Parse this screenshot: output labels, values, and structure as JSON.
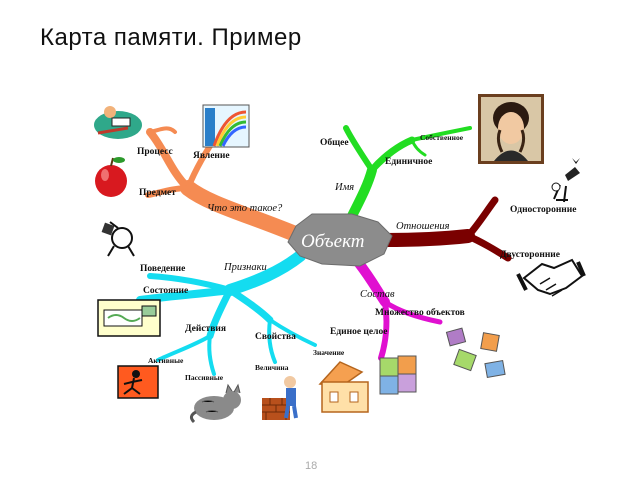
{
  "title": "Карта памяти. Пример",
  "center": "Объект",
  "page_number": "18",
  "branch_colors": {
    "orange": "#f58b52",
    "green": "#22dd22",
    "darkred": "#7a0000",
    "magenta": "#e010d0",
    "cyan": "#14dcf0",
    "hub": "#8c8c8c"
  },
  "branches": {
    "what_is_it": "Что это такое?",
    "process": "Процесс",
    "phenomenon": "Явление",
    "item": "Предмет",
    "name": "Имя",
    "common": "Общее",
    "proper": "Собственное",
    "singular": "Единичное",
    "relations": "Отношения",
    "one_sided": "Односторонние",
    "two_sided": "Двусторонние",
    "composition": "Состав",
    "set_of_objects": "Множество объектов",
    "whole": "Единое целое",
    "features": "Признаки",
    "behavior": "Поведение",
    "state": "Состояние",
    "actions": "Действия",
    "properties": "Свойства",
    "active": "Активные",
    "passive": "Пассивные",
    "magnitude": "Величина",
    "value": "Значение"
  },
  "icons": [
    "reading-person-icon",
    "rainbow-icon",
    "apple-icon",
    "figure-icon",
    "portrait-icon",
    "rocket-figure-icon",
    "handshake-icon",
    "bed-icon",
    "running-man-icon",
    "cat-icon",
    "bricklayer-icon",
    "house-icon",
    "puzzle-icon",
    "puzzle-pieces-icon"
  ]
}
